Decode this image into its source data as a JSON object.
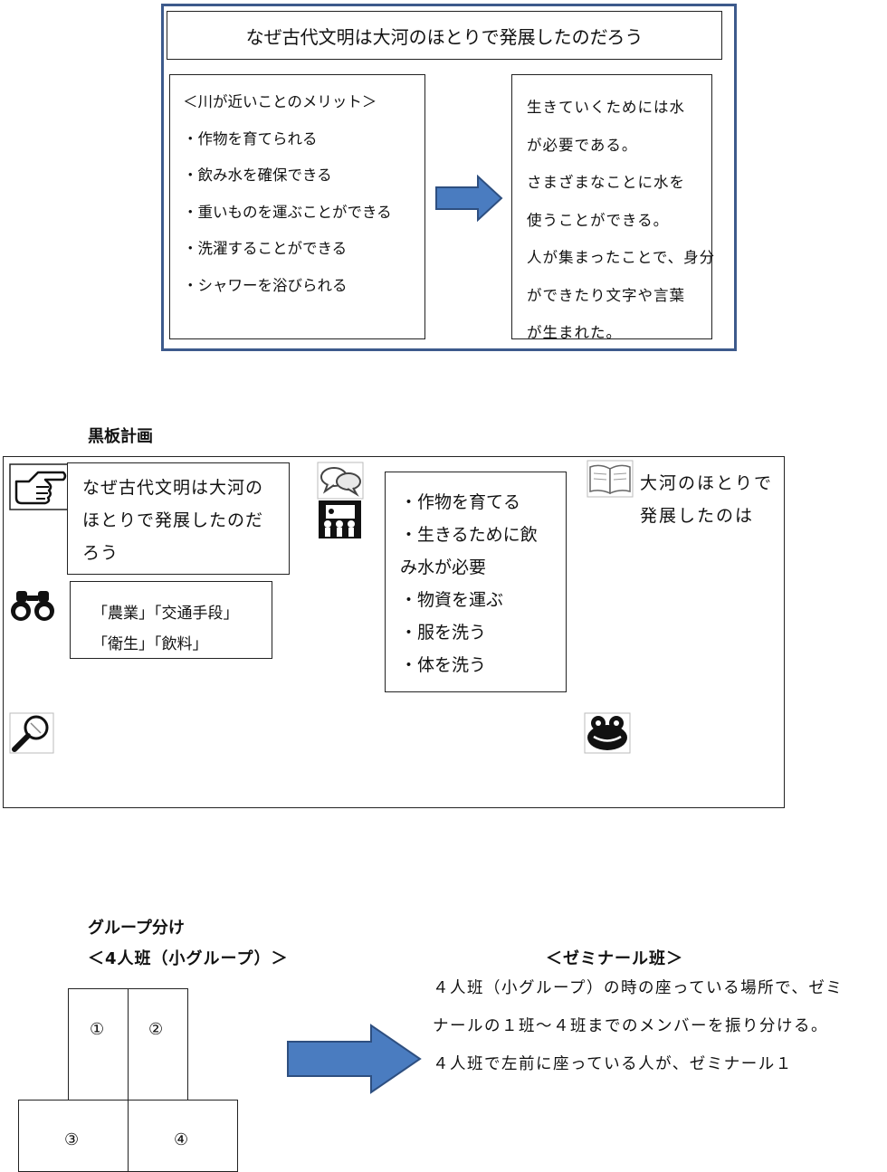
{
  "top": {
    "title": "なぜ古代文明は大河のほとりで発展したのだろう",
    "merits": [
      "＜川が近いことのメリット＞",
      "・作物を育てられる",
      "・飲み水を確保できる",
      "・重いものを運ぶことができる",
      "・洗濯することができる",
      "・シャワーを浴びられる"
    ],
    "conclusion": [
      "生きていくためには水",
      "が必要である。",
      "さまざまなことに水を",
      "使うことができる。",
      "人が集まったことで、身分",
      "ができたり文字や言葉",
      "が生まれた。"
    ]
  },
  "board": {
    "heading": "黒板計画",
    "question": [
      "なぜ古代文明は大河の",
      "ほとりで発展したのだ",
      "ろう"
    ],
    "keywords": [
      "「農業」「交通手段」",
      "「衛生」「飲料」"
    ],
    "list": [
      "・作物を育てる",
      "・生きるために飲",
      "み水が必要",
      "・物資を運ぶ",
      "・服を洗う",
      "・体を洗う"
    ],
    "answer": [
      "大河のほとりで",
      "発展したのは"
    ],
    "icons": [
      "pointing-hand-icon",
      "speech-bubbles-icon",
      "presentation-icon",
      "open-book-icon",
      "binoculars-icon",
      "magnifier-icon",
      "frog-icon"
    ]
  },
  "groups": {
    "heading": "グループ分け",
    "subheading": "＜4人班（小グループ）＞",
    "seats": [
      "①",
      "②",
      "③",
      "④"
    ],
    "seminar_title": "＜ゼミナール班＞",
    "seminar_text": [
      "４人班（小グループ）の時の座っている場所で、ゼミ",
      "ナールの１班〜４班までのメンバーを振り分ける。",
      "４人班で左前に座っている人が、ゼミナール１"
    ]
  },
  "colors": {
    "frame_border": "#3d5a8c",
    "arrow_fill": "#4a7cc0",
    "arrow_stroke": "#2e4f80"
  }
}
